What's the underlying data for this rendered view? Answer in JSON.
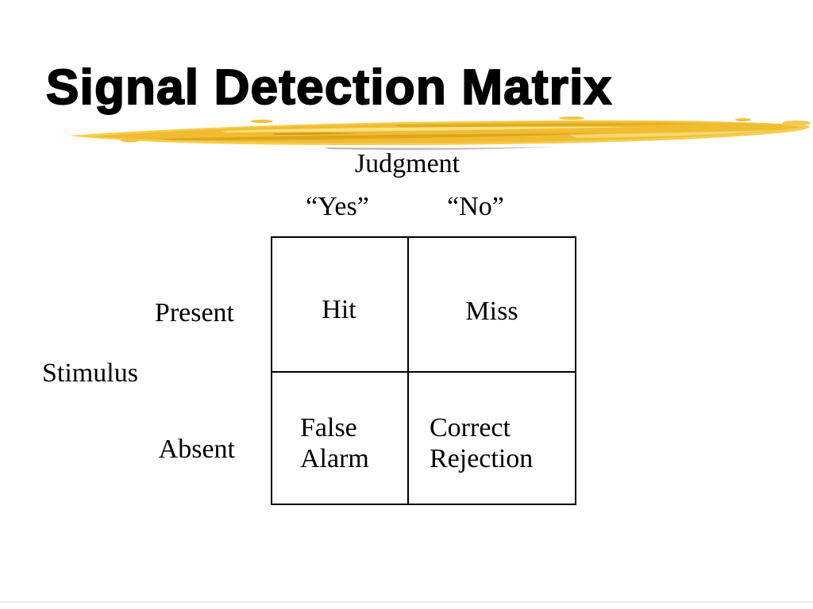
{
  "slide": {
    "title": "Signal Detection Matrix",
    "matrix": {
      "column_axis_label": "Judgment",
      "column_headers": [
        "“Yes”",
        "“No”"
      ],
      "row_axis_label": "Stimulus",
      "row_headers": [
        "Present",
        "Absent"
      ],
      "cells": [
        [
          "Hit",
          "Miss"
        ],
        [
          "False Alarm",
          "Correct Rejection"
        ]
      ]
    },
    "colors": {
      "background": "#FFFFFF",
      "text": "#000000",
      "brush_gold": "#EFB82B",
      "brush_gold_light": "#F5CC49",
      "brush_gold_dark": "#D99F17",
      "brush_highlight": "#FBE58A",
      "brush_shadow_gray": "#A39E90"
    }
  }
}
